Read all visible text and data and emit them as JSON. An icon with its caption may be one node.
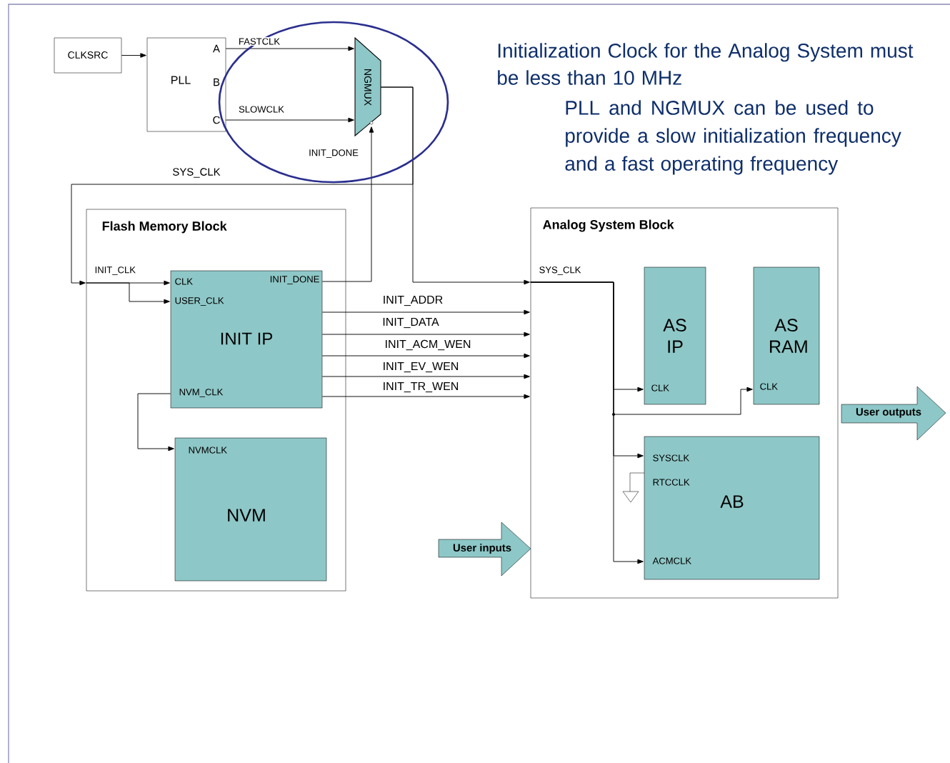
{
  "diagram": {
    "nodes": [
      {
        "text": [
          "CLKSRC"
        ]
      },
      {
        "text": [
          "PLL",
          "A",
          "B",
          "C"
        ]
      },
      {
        "text": [
          "NGMUX"
        ]
      },
      {
        "text": [
          "Flash Memory Block",
          "INIT_CLK"
        ]
      },
      {
        "text": [
          "INIT IP",
          "CLK",
          "USER_CLK",
          "INIT_DONE",
          "NVM_CLK"
        ],
        "in": 3
      },
      {
        "text": [
          "NVM",
          "NVMCLK"
        ],
        "in": 3
      },
      {
        "text": [
          "Analog System Block",
          "SYS_CLK"
        ]
      },
      {
        "text": [
          "AS IP",
          "CLK"
        ],
        "in": 6
      },
      {
        "text": [
          "AS RAM",
          "CLK"
        ],
        "in": 6
      },
      {
        "text": [
          "AB",
          "SYSCLK",
          "RTCCLK",
          "ACMCLK"
        ],
        "in": 6
      },
      {
        "text": [
          "User inputs"
        ]
      },
      {
        "text": [
          "User outputs"
        ]
      }
    ],
    "edges": [
      {
        "from": 0,
        "to": 1,
        "arrow": "to"
      },
      {
        "from": 1,
        "to": 2,
        "arrow": "to",
        "label": "FASTCLK"
      },
      {
        "from": 1,
        "to": 2,
        "arrow": "to",
        "label": "SLOWCLK"
      },
      {
        "from": 2,
        "to": 6,
        "arrow": "to"
      },
      {
        "from": 2,
        "to": 3,
        "arrow": "to",
        "label": "SYS_CLK"
      },
      {
        "from": 3,
        "to": 4,
        "arrow": "to"
      },
      {
        "from": 3,
        "to": 4,
        "arrow": "to"
      },
      {
        "from": 4,
        "to": 2,
        "arrow": "to",
        "label": "INIT_DONE"
      },
      {
        "from": 4,
        "to": 6,
        "arrow": "to",
        "label": "INIT_ADDR"
      },
      {
        "from": 4,
        "to": 6,
        "arrow": "to",
        "label": "INIT_DATA"
      },
      {
        "from": 4,
        "to": 6,
        "arrow": "to",
        "label": "INIT_ACM_WEN"
      },
      {
        "from": 4,
        "to": 6,
        "arrow": "to",
        "label": "INIT_EV_WEN"
      },
      {
        "from": 4,
        "to": 6,
        "arrow": "to",
        "label": "INIT_TR_WEN"
      },
      {
        "from": 4,
        "to": 5,
        "arrow": "to"
      },
      {
        "from": 6,
        "to": 7,
        "arrow": "to"
      },
      {
        "from": 6,
        "to": 8,
        "arrow": "to"
      },
      {
        "from": 6,
        "to": 9,
        "arrow": "to"
      },
      {
        "from": 6,
        "to": 9,
        "arrow": "to"
      }
    ],
    "labels": [
      "Initialization Clock for the Analog System must be less than 10 MHz",
      "PLL and NGMUX can be used to provide a slow initialization frequency and a fast operating frequency"
    ]
  }
}
